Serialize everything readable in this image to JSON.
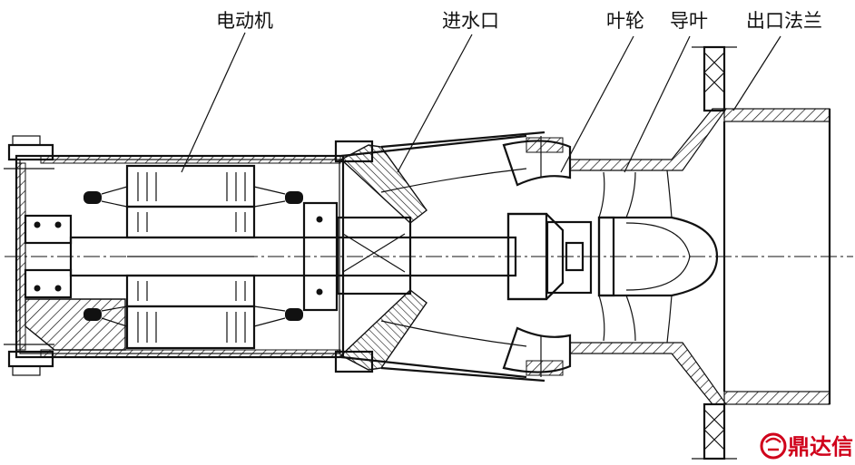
{
  "labels": {
    "motor": "电动机",
    "inlet": "进水口",
    "impeller": "叶轮",
    "guide_vane": "导叶",
    "outlet_flange": "出口法兰"
  },
  "watermark": {
    "text": "鼎达信",
    "color": "#d0021b"
  }
}
